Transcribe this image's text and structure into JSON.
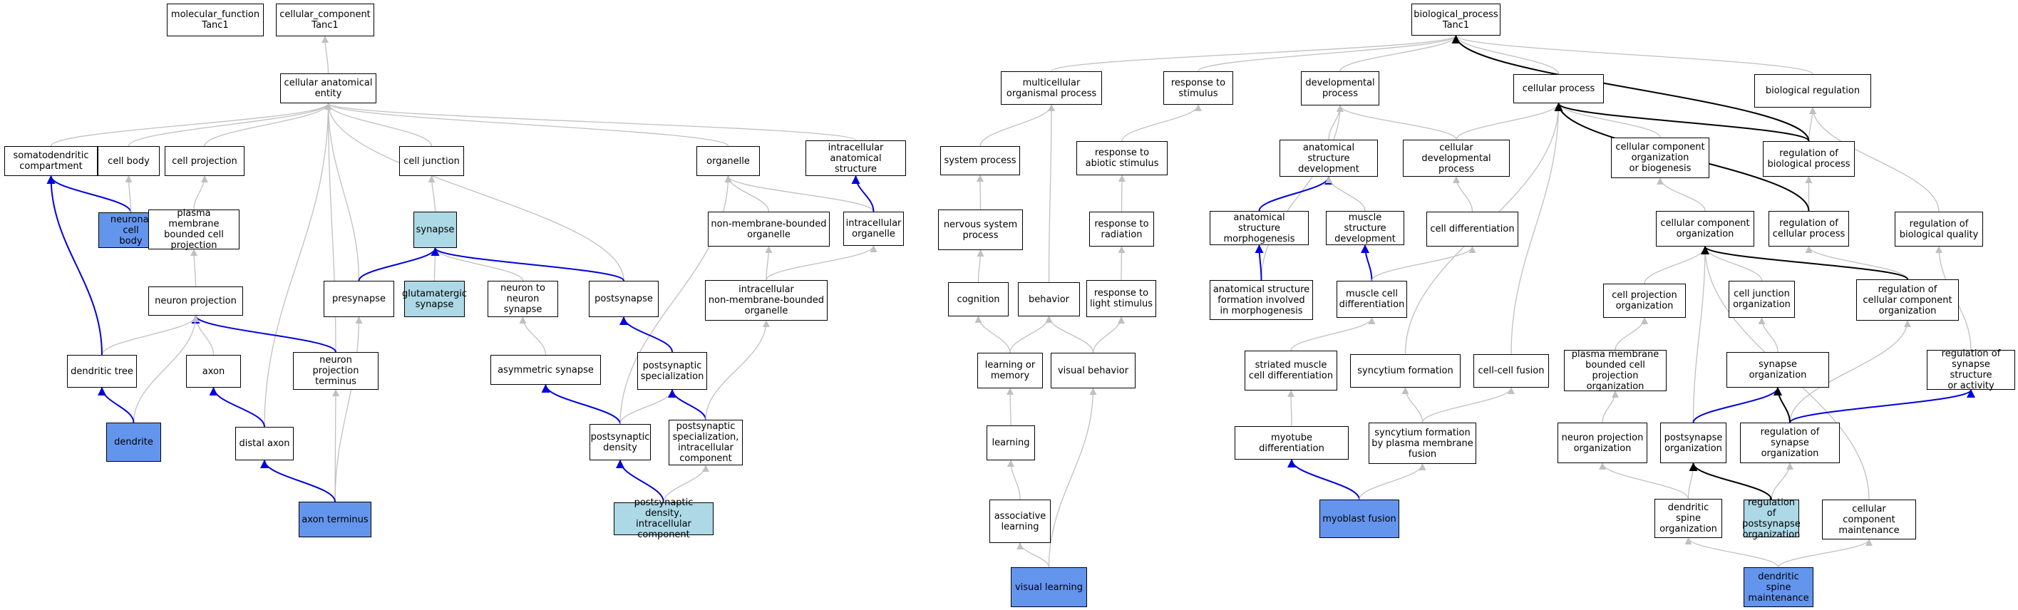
{
  "colors": {
    "is_a": "#c0c0c0",
    "part_of": "#0000dd",
    "regulates": "#000000",
    "light": "#add8e6",
    "dark": "#6495ed"
  },
  "nodes": [
    {
      "id": "mf",
      "label": "molecular_function\nTanc1"
    },
    {
      "id": "cc",
      "label": "cellular_component\nTanc1"
    },
    {
      "id": "cae",
      "label": "cellular anatomical\nentity"
    },
    {
      "id": "somato",
      "label": "somatodendritic\ncompartment"
    },
    {
      "id": "cellbody",
      "label": "cell body"
    },
    {
      "id": "cellproj",
      "label": "cell projection"
    },
    {
      "id": "celljunc",
      "label": "cell junction"
    },
    {
      "id": "organelle",
      "label": "organelle"
    },
    {
      "id": "intracell_anat",
      "label": "intracellular\nanatomical structure"
    },
    {
      "id": "neuronalbody",
      "label": "neuronal cell\nbody",
      "hl": "dark"
    },
    {
      "id": "pmbcp",
      "label": "plasma membrane\nbounded cell\nprojection"
    },
    {
      "id": "synapse",
      "label": "synapse",
      "hl": "light"
    },
    {
      "id": "nmbo",
      "label": "non-membrane-bounded\norganelle"
    },
    {
      "id": "icorg",
      "label": "intracellular\norganelle"
    },
    {
      "id": "neuronproj",
      "label": "neuron projection"
    },
    {
      "id": "presyn",
      "label": "presynapse"
    },
    {
      "id": "glut",
      "label": "glutamatergic\nsynapse",
      "hl": "light"
    },
    {
      "id": "n2n",
      "label": "neuron to neuron\nsynapse"
    },
    {
      "id": "postsyn",
      "label": "postsynapse"
    },
    {
      "id": "icnmbo",
      "label": "intracellular\nnon-membrane-bounded\norganelle"
    },
    {
      "id": "dendtree",
      "label": "dendritic tree"
    },
    {
      "id": "axon",
      "label": "axon"
    },
    {
      "id": "npt",
      "label": "neuron projection\nterminus"
    },
    {
      "id": "asymsyn",
      "label": "asymmetric synapse"
    },
    {
      "id": "pss",
      "label": "postsynaptic\nspecialization"
    },
    {
      "id": "dendrite",
      "label": "dendrite",
      "hl": "dark"
    },
    {
      "id": "distaxon",
      "label": "distal axon"
    },
    {
      "id": "psd",
      "label": "postsynaptic\ndensity"
    },
    {
      "id": "pssic",
      "label": "postsynaptic\nspecialization,\nintracellular\ncomponent"
    },
    {
      "id": "axonterm",
      "label": "axon terminus",
      "hl": "dark"
    },
    {
      "id": "psdic",
      "label": "postsynaptic\ndensity, intracellular\ncomponent",
      "hl": "light"
    },
    {
      "id": "bp",
      "label": "biological_process\nTanc1"
    },
    {
      "id": "mop",
      "label": "multicellular\norganismal process"
    },
    {
      "id": "resp",
      "label": "response to\nstimulus"
    },
    {
      "id": "devproc",
      "label": "developmental\nprocess"
    },
    {
      "id": "cellproc",
      "label": "cellular process"
    },
    {
      "id": "bioreg",
      "label": "biological regulation"
    },
    {
      "id": "syspro",
      "label": "system process"
    },
    {
      "id": "abiotic",
      "label": "response to\nabiotic stimulus"
    },
    {
      "id": "asd",
      "label": "anatomical structure\ndevelopment"
    },
    {
      "id": "cdp",
      "label": "cellular developmental\nprocess"
    },
    {
      "id": "ccob",
      "label": "cellular component\norganization\nor biogenesis"
    },
    {
      "id": "regbp",
      "label": "regulation of\nbiological process"
    },
    {
      "id": "nsp",
      "label": "nervous system\nprocess"
    },
    {
      "id": "radiation",
      "label": "response to\nradiation"
    },
    {
      "id": "asm",
      "label": "anatomical structure\nmorphogenesis"
    },
    {
      "id": "msd",
      "label": "muscle structure\ndevelopment"
    },
    {
      "id": "celldiff",
      "label": "cell differentiation"
    },
    {
      "id": "cco",
      "label": "cellular component\norganization"
    },
    {
      "id": "regcp",
      "label": "regulation of\ncellular process"
    },
    {
      "id": "regbq",
      "label": "regulation of\nbiological quality"
    },
    {
      "id": "cognition",
      "label": "cognition"
    },
    {
      "id": "behavior",
      "label": "behavior"
    },
    {
      "id": "light",
      "label": "response to\nlight stimulus"
    },
    {
      "id": "asfim",
      "label": "anatomical structure\nformation involved\nin morphogenesis"
    },
    {
      "id": "mcd",
      "label": "muscle cell\ndifferentiation"
    },
    {
      "id": "cpo",
      "label": "cell projection\norganization"
    },
    {
      "id": "cjo",
      "label": "cell junction\norganization"
    },
    {
      "id": "regcco",
      "label": "regulation of\ncellular component\norganization"
    },
    {
      "id": "learnmem",
      "label": "learning or\nmemory"
    },
    {
      "id": "visbeh",
      "label": "visual behavior"
    },
    {
      "id": "smcd",
      "label": "striated muscle\ncell differentiation"
    },
    {
      "id": "syncform",
      "label": "syncytium formation"
    },
    {
      "id": "ccfusion",
      "label": "cell-cell fusion"
    },
    {
      "id": "pmbcpo",
      "label": "plasma membrane\nbounded cell\nprojection organization"
    },
    {
      "id": "synorg",
      "label": "synapse organization"
    },
    {
      "id": "regssa",
      "label": "regulation of\nsynapse structure\nor activity"
    },
    {
      "id": "learning",
      "label": "learning"
    },
    {
      "id": "myodiff",
      "label": "myotube differentiation"
    },
    {
      "id": "sfpmf",
      "label": "syncytium formation\nby plasma membrane\nfusion"
    },
    {
      "id": "npo",
      "label": "neuron projection\norganization"
    },
    {
      "id": "psorg",
      "label": "postsynapse\norganization"
    },
    {
      "id": "regso",
      "label": "regulation of\nsynapse organization"
    },
    {
      "id": "assoc",
      "label": "associative\nlearning"
    },
    {
      "id": "myofusion",
      "label": "myoblast fusion",
      "hl": "dark"
    },
    {
      "id": "dso",
      "label": "dendritic spine\norganization"
    },
    {
      "id": "regpso",
      "label": "regulation of\npostsynapse\norganization",
      "hl": "light"
    },
    {
      "id": "ccm",
      "label": "cellular component\nmaintenance"
    },
    {
      "id": "vislearn",
      "label": "visual learning",
      "hl": "dark"
    },
    {
      "id": "dsm",
      "label": "dendritic spine\nmaintenance",
      "hl": "dark"
    }
  ],
  "edges": [
    [
      "cc",
      "cae",
      "is_a"
    ],
    [
      "cae",
      "somato",
      "is_a"
    ],
    [
      "cae",
      "cellbody",
      "is_a"
    ],
    [
      "cae",
      "cellproj",
      "is_a"
    ],
    [
      "cae",
      "celljunc",
      "is_a"
    ],
    [
      "cae",
      "organelle",
      "is_a"
    ],
    [
      "cae",
      "intracell_anat",
      "is_a"
    ],
    [
      "cae",
      "distaxon",
      "is_a"
    ],
    [
      "cae",
      "npt",
      "is_a"
    ],
    [
      "cae",
      "presyn",
      "is_a"
    ],
    [
      "cae",
      "postsyn",
      "is_a"
    ],
    [
      "somato",
      "neuronalbody",
      "part_of"
    ],
    [
      "cellbody",
      "neuronalbody",
      "is_a"
    ],
    [
      "cellproj",
      "pmbcp",
      "is_a"
    ],
    [
      "celljunc",
      "synapse",
      "is_a"
    ],
    [
      "organelle",
      "nmbo",
      "is_a"
    ],
    [
      "organelle",
      "icorg",
      "is_a"
    ],
    [
      "intracell_anat",
      "icorg",
      "part_of"
    ],
    [
      "organelle",
      "psd",
      "is_a"
    ],
    [
      "pmbcp",
      "neuronproj",
      "is_a"
    ],
    [
      "synapse",
      "presyn",
      "part_of"
    ],
    [
      "synapse",
      "glut",
      "is_a"
    ],
    [
      "synapse",
      "n2n",
      "is_a"
    ],
    [
      "synapse",
      "postsyn",
      "part_of"
    ],
    [
      "nmbo",
      "icnmbo",
      "is_a"
    ],
    [
      "icorg",
      "icnmbo",
      "is_a"
    ],
    [
      "neuronproj",
      "dendtree",
      "is_a"
    ],
    [
      "neuronproj",
      "axon",
      "is_a"
    ],
    [
      "neuronproj",
      "npt",
      "part_of"
    ],
    [
      "neuronproj",
      "dendrite",
      "is_a"
    ],
    [
      "somato",
      "dendtree",
      "part_of"
    ],
    [
      "presyn",
      "axonterm",
      "is_a"
    ],
    [
      "n2n",
      "asymsyn",
      "is_a"
    ],
    [
      "postsyn",
      "pss",
      "part_of"
    ],
    [
      "dendtree",
      "dendrite",
      "part_of"
    ],
    [
      "axon",
      "distaxon",
      "part_of"
    ],
    [
      "asymsyn",
      "psd",
      "part_of"
    ],
    [
      "pss",
      "psd",
      "is_a"
    ],
    [
      "pss",
      "pssic",
      "part_of"
    ],
    [
      "icnmbo",
      "pssic",
      "is_a"
    ],
    [
      "npt",
      "axonterm",
      "is_a"
    ],
    [
      "distaxon",
      "axonterm",
      "part_of"
    ],
    [
      "psd",
      "psdic",
      "part_of"
    ],
    [
      "pssic",
      "psdic",
      "is_a"
    ],
    [
      "bp",
      "mop",
      "is_a"
    ],
    [
      "bp",
      "resp",
      "is_a"
    ],
    [
      "bp",
      "devproc",
      "is_a"
    ],
    [
      "bp",
      "cellproc",
      "is_a"
    ],
    [
      "bp",
      "bioreg",
      "is_a"
    ],
    [
      "mop",
      "syspro",
      "is_a"
    ],
    [
      "mop",
      "behavior",
      "is_a"
    ],
    [
      "resp",
      "abiotic",
      "is_a"
    ],
    [
      "devproc",
      "asd",
      "is_a"
    ],
    [
      "devproc",
      "cdp",
      "is_a"
    ],
    [
      "devproc",
      "asfim",
      "is_a"
    ],
    [
      "cellproc",
      "cdp",
      "is_a"
    ],
    [
      "cellproc",
      "ccob",
      "is_a"
    ],
    [
      "cellproc",
      "syncform",
      "is_a"
    ],
    [
      "cellproc",
      "ccfusion",
      "is_a"
    ],
    [
      "bioreg",
      "regbp",
      "is_a"
    ],
    [
      "bioreg",
      "regbq",
      "is_a"
    ],
    [
      "syspro",
      "nsp",
      "is_a"
    ],
    [
      "abiotic",
      "radiation",
      "is_a"
    ],
    [
      "asd",
      "asm",
      "part_of"
    ],
    [
      "asd",
      "msd",
      "is_a"
    ],
    [
      "cdp",
      "celldiff",
      "is_a"
    ],
    [
      "ccob",
      "cco",
      "is_a"
    ],
    [
      "regbp",
      "regcp",
      "is_a"
    ],
    [
      "nsp",
      "cognition",
      "is_a"
    ],
    [
      "radiation",
      "light",
      "is_a"
    ],
    [
      "asm",
      "asfim",
      "part_of"
    ],
    [
      "msd",
      "mcd",
      "part_of"
    ],
    [
      "celldiff",
      "mcd",
      "is_a"
    ],
    [
      "cco",
      "cpo",
      "is_a"
    ],
    [
      "cco",
      "cjo",
      "is_a"
    ],
    [
      "cco",
      "psorg",
      "is_a"
    ],
    [
      "cco",
      "ccm",
      "is_a"
    ],
    [
      "regcp",
      "regcco",
      "is_a"
    ],
    [
      "cognition",
      "learnmem",
      "is_a"
    ],
    [
      "behavior",
      "learnmem",
      "is_a"
    ],
    [
      "behavior",
      "visbeh",
      "is_a"
    ],
    [
      "light",
      "visbeh",
      "is_a"
    ],
    [
      "mcd",
      "smcd",
      "is_a"
    ],
    [
      "cpo",
      "pmbcpo",
      "is_a"
    ],
    [
      "cjo",
      "synorg",
      "is_a"
    ],
    [
      "regcco",
      "regso",
      "is_a"
    ],
    [
      "regbq",
      "regssa",
      "is_a"
    ],
    [
      "learnmem",
      "learning",
      "is_a"
    ],
    [
      "smcd",
      "myodiff",
      "is_a"
    ],
    [
      "syncform",
      "sfpmf",
      "is_a"
    ],
    [
      "ccfusion",
      "sfpmf",
      "is_a"
    ],
    [
      "pmbcpo",
      "npo",
      "is_a"
    ],
    [
      "synorg",
      "psorg",
      "part_of"
    ],
    [
      "regssa",
      "regso",
      "part_of"
    ],
    [
      "learning",
      "assoc",
      "is_a"
    ],
    [
      "myodiff",
      "myofusion",
      "part_of"
    ],
    [
      "sfpmf",
      "myofusion",
      "is_a"
    ],
    [
      "npo",
      "dso",
      "is_a"
    ],
    [
      "psorg",
      "dso",
      "is_a"
    ],
    [
      "regso",
      "regpso",
      "is_a"
    ],
    [
      "assoc",
      "vislearn",
      "is_a"
    ],
    [
      "visbeh",
      "vislearn",
      "is_a"
    ],
    [
      "dso",
      "dsm",
      "is_a"
    ],
    [
      "ccm",
      "dsm",
      "is_a"
    ],
    [
      "bp",
      "cellproc",
      "regulates_dummy"
    ],
    [
      "cellproc",
      "regbp",
      "regulates"
    ],
    [
      "cellproc",
      "regcp",
      "regulates"
    ],
    [
      "bp",
      "regbp",
      "regulates"
    ],
    [
      "cco",
      "regcco",
      "regulates"
    ],
    [
      "synorg",
      "regso",
      "regulates"
    ],
    [
      "psorg",
      "regpso",
      "regulates"
    ]
  ]
}
